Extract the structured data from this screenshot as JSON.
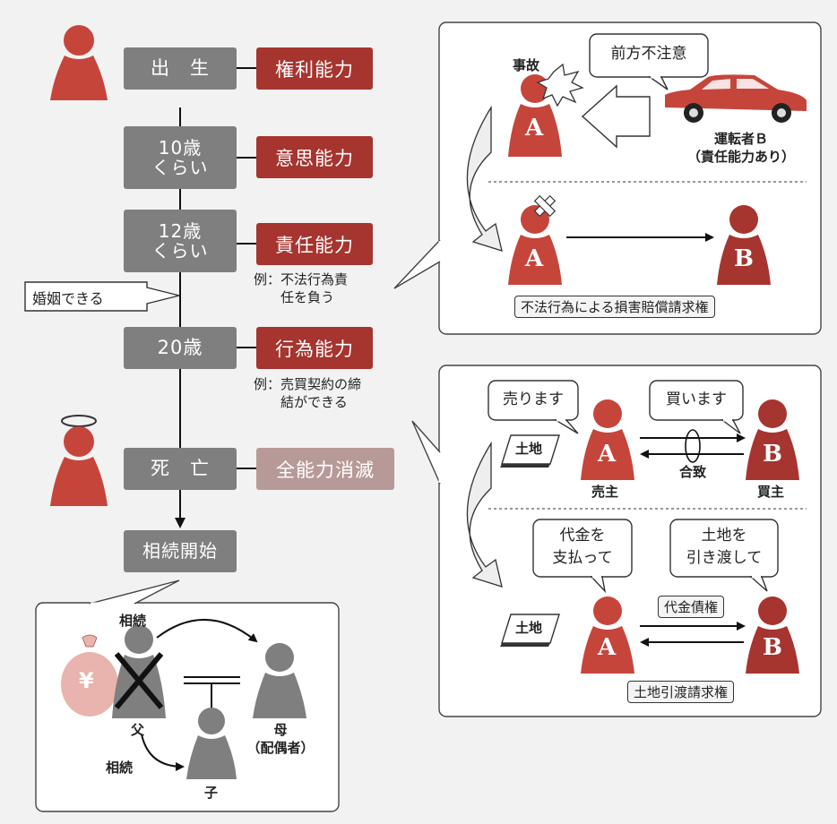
{
  "timeline": {
    "birth": "出　生",
    "age10": "10歳\nくらい",
    "age12": "12歳\nくらい",
    "age20": "20歳",
    "death": "死　亡",
    "inheritance_start": "相続開始"
  },
  "capacities": {
    "rights": "権利能力",
    "will": "意思能力",
    "responsibility": "責任能力",
    "conduct": "行為能力",
    "all_lost": "全能力消滅"
  },
  "notes": {
    "tort_example": "例：不法行為責\n　　任を負う",
    "contract_example": "例：売買契約の締\n　　結ができる",
    "marriage": "婚姻できる"
  },
  "tort_panel": {
    "accident": "事故",
    "carelessness": "前方不注意",
    "driver": "運転者Ｂ\n（責任能力あり）",
    "claim": "不法行為による損害賠償請求権",
    "person_a": "A",
    "person_b": "B"
  },
  "contract_panel": {
    "sell": "売ります",
    "buy": "買います",
    "land": "土地",
    "agreement": "合致",
    "seller": "売主",
    "buyer": "買主",
    "pay": "代金を\n支払って",
    "deliver": "土地を\n引き渡して",
    "price_claim": "代金債権",
    "land_claim": "土地引渡請求権",
    "person_a": "A",
    "person_b": "B"
  },
  "inheritance_panel": {
    "inherit1": "相続",
    "inherit2": "相続",
    "father": "父",
    "mother": "母\n（配偶者）",
    "child": "子",
    "yen": "¥"
  },
  "colors": {
    "red": "#c6453b",
    "dark_red": "#a6342f",
    "gray": "#7f7f7f",
    "faded": "#b79a97"
  }
}
